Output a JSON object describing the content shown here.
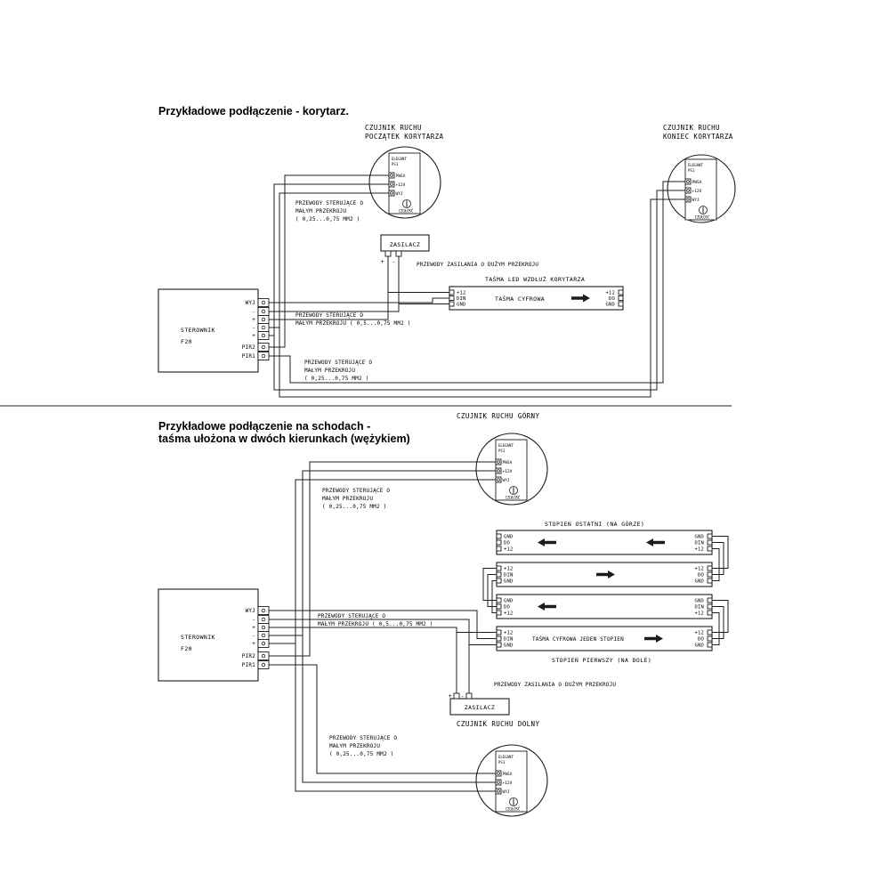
{
  "corridor": {
    "title": "Przykładowe podłączenie - korytarz.",
    "sensor_start": {
      "l1": "CZUJNIK RUCHU",
      "l2": "POCZĄTEK KORYTARZA"
    },
    "sensor_end": {
      "l1": "CZUJNIK RUCHU",
      "l2": "KONIEC KORYTARZA"
    },
    "note_sensor_start": {
      "l1": "PRZEWODY STERUJĄCE O",
      "l2": "MAŁYM PRZEKROJU",
      "l3": "( 0,25...0,75 MM2 )"
    },
    "power_note": "PRZEWODY ZASILANIA O DUŻYM PRZEKROJU",
    "led_note": "TAŚMA LED WZDŁUŻ KORYTARZA",
    "strip": {
      "name": "TAŚMA CYFROWA",
      "left": [
        "+12",
        "DIN",
        "GND"
      ],
      "right": [
        "+12",
        "DO",
        "GND"
      ]
    },
    "note_psu_wires": {
      "l1": "PRZEWODY STERUJĄCE O",
      "l2": "MAŁYM PRZEKROJU ( 0,5...0,75 MM2 )"
    },
    "note_pir_wires": {
      "l1": "PRZEWODY STERUJĄCE O",
      "l2": "MAŁYM PRZEKROJU",
      "l3": "( 0,25...0,75 MM2 )"
    }
  },
  "stairs": {
    "title_l1": "Przykładowe podłączenie na schodach -",
    "title_l2": "taśma ułożona w dwóch kierunkach (wężykiem)",
    "sensor_top_label": "CZUJNIK RUCHU GÓRNY",
    "sensor_bottom_label": "CZUJNIK RUCHU DOLNY",
    "note_sensor_top": {
      "l1": "PRZEWODY STERUJĄCE O",
      "l2": "MAŁYM PRZEKROJU",
      "l3": "( 0,25...0,75 MM2 )"
    },
    "note_sensor_bottom": {
      "l1": "PRZEWODY STERUJĄCE O",
      "l2": "MAŁYM PRZEKROJU",
      "l3": "( 0,25...0,75 MM2 )"
    },
    "note_psu_wires": {
      "l1": "PRZEWODY STERUJĄCE O",
      "l2": "MAŁYM PRZEKROJU ( 0,5...0,75 MM2 )"
    },
    "power_note": "PRZEWODY ZASILANIA O DUŻYM PRZEKROJU",
    "step_last": "STOPIEŃ OSTATNI (NA GÓRZE)",
    "step_first": "STOPIEŃ PIERWSZY (NA DOLE)",
    "strip_name": "TAŚMA CYFROWA JEDEN STOPIEŃ",
    "strips": {
      "a": {
        "left": [
          "GND",
          "DO",
          "+12"
        ],
        "right": [
          "GND",
          "DIN",
          "+12"
        ]
      },
      "b": {
        "left": [
          "+12",
          "DIN",
          "GND"
        ],
        "right": [
          "+12",
          "DO",
          "GND"
        ]
      },
      "c": {
        "left": [
          "GND",
          "DO",
          "+12"
        ],
        "right": [
          "GND",
          "DIN",
          "+12"
        ]
      },
      "d": {
        "left": [
          "+12",
          "DIN",
          "GND"
        ],
        "right": [
          "+12",
          "DO",
          "GND"
        ]
      }
    }
  },
  "controller": {
    "name": "STEROWNIK",
    "model": "F20",
    "pins": [
      "WYJ",
      "-",
      "+",
      "-",
      "+",
      "PIR2",
      "PIR1"
    ]
  },
  "psu": {
    "label": "ZASILACZ",
    "plus": "+",
    "minus": "-"
  },
  "sensor_module": {
    "brand": "ELEGANT",
    "model": "PS1",
    "pins": [
      "PWSA",
      "+12V",
      "WYJ"
    ],
    "pot": "CZUŁOŚĆ"
  },
  "colors": {
    "line": "#1c1c1c",
    "background": "#ffffff"
  }
}
